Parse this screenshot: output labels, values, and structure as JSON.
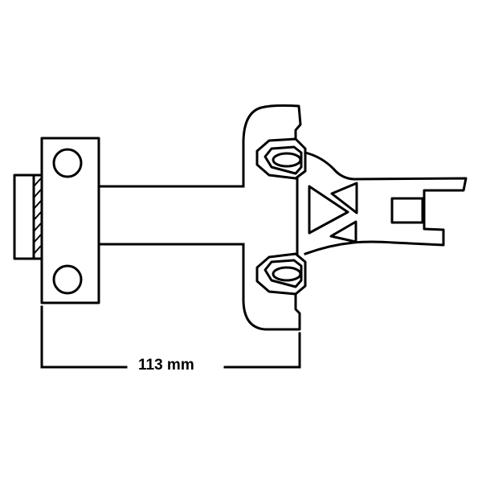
{
  "diagram": {
    "type": "technical-line-drawing",
    "subject": "mounting bracket with tool/jig attached",
    "colors": {
      "line": "#000000",
      "background": "#ffffff"
    },
    "parts": [
      {
        "id": "spacer-block",
        "description": "small block with hatched face at left"
      },
      {
        "id": "mounting-plate",
        "description": "tall rectangular plate with two circular holes"
      },
      {
        "id": "shaft",
        "description": "horizontal bar connecting plate to housing"
      },
      {
        "id": "housing",
        "description": "bracket housing with two hexagonal bosses containing oval holes"
      },
      {
        "id": "arm",
        "description": "tapering arm with triangular cut-outs and slotted end"
      }
    ],
    "dimension": {
      "label": "113 mm",
      "value": 113,
      "unit": "mm",
      "from": "mounting-plate left edge",
      "to": "housing right edge"
    }
  }
}
